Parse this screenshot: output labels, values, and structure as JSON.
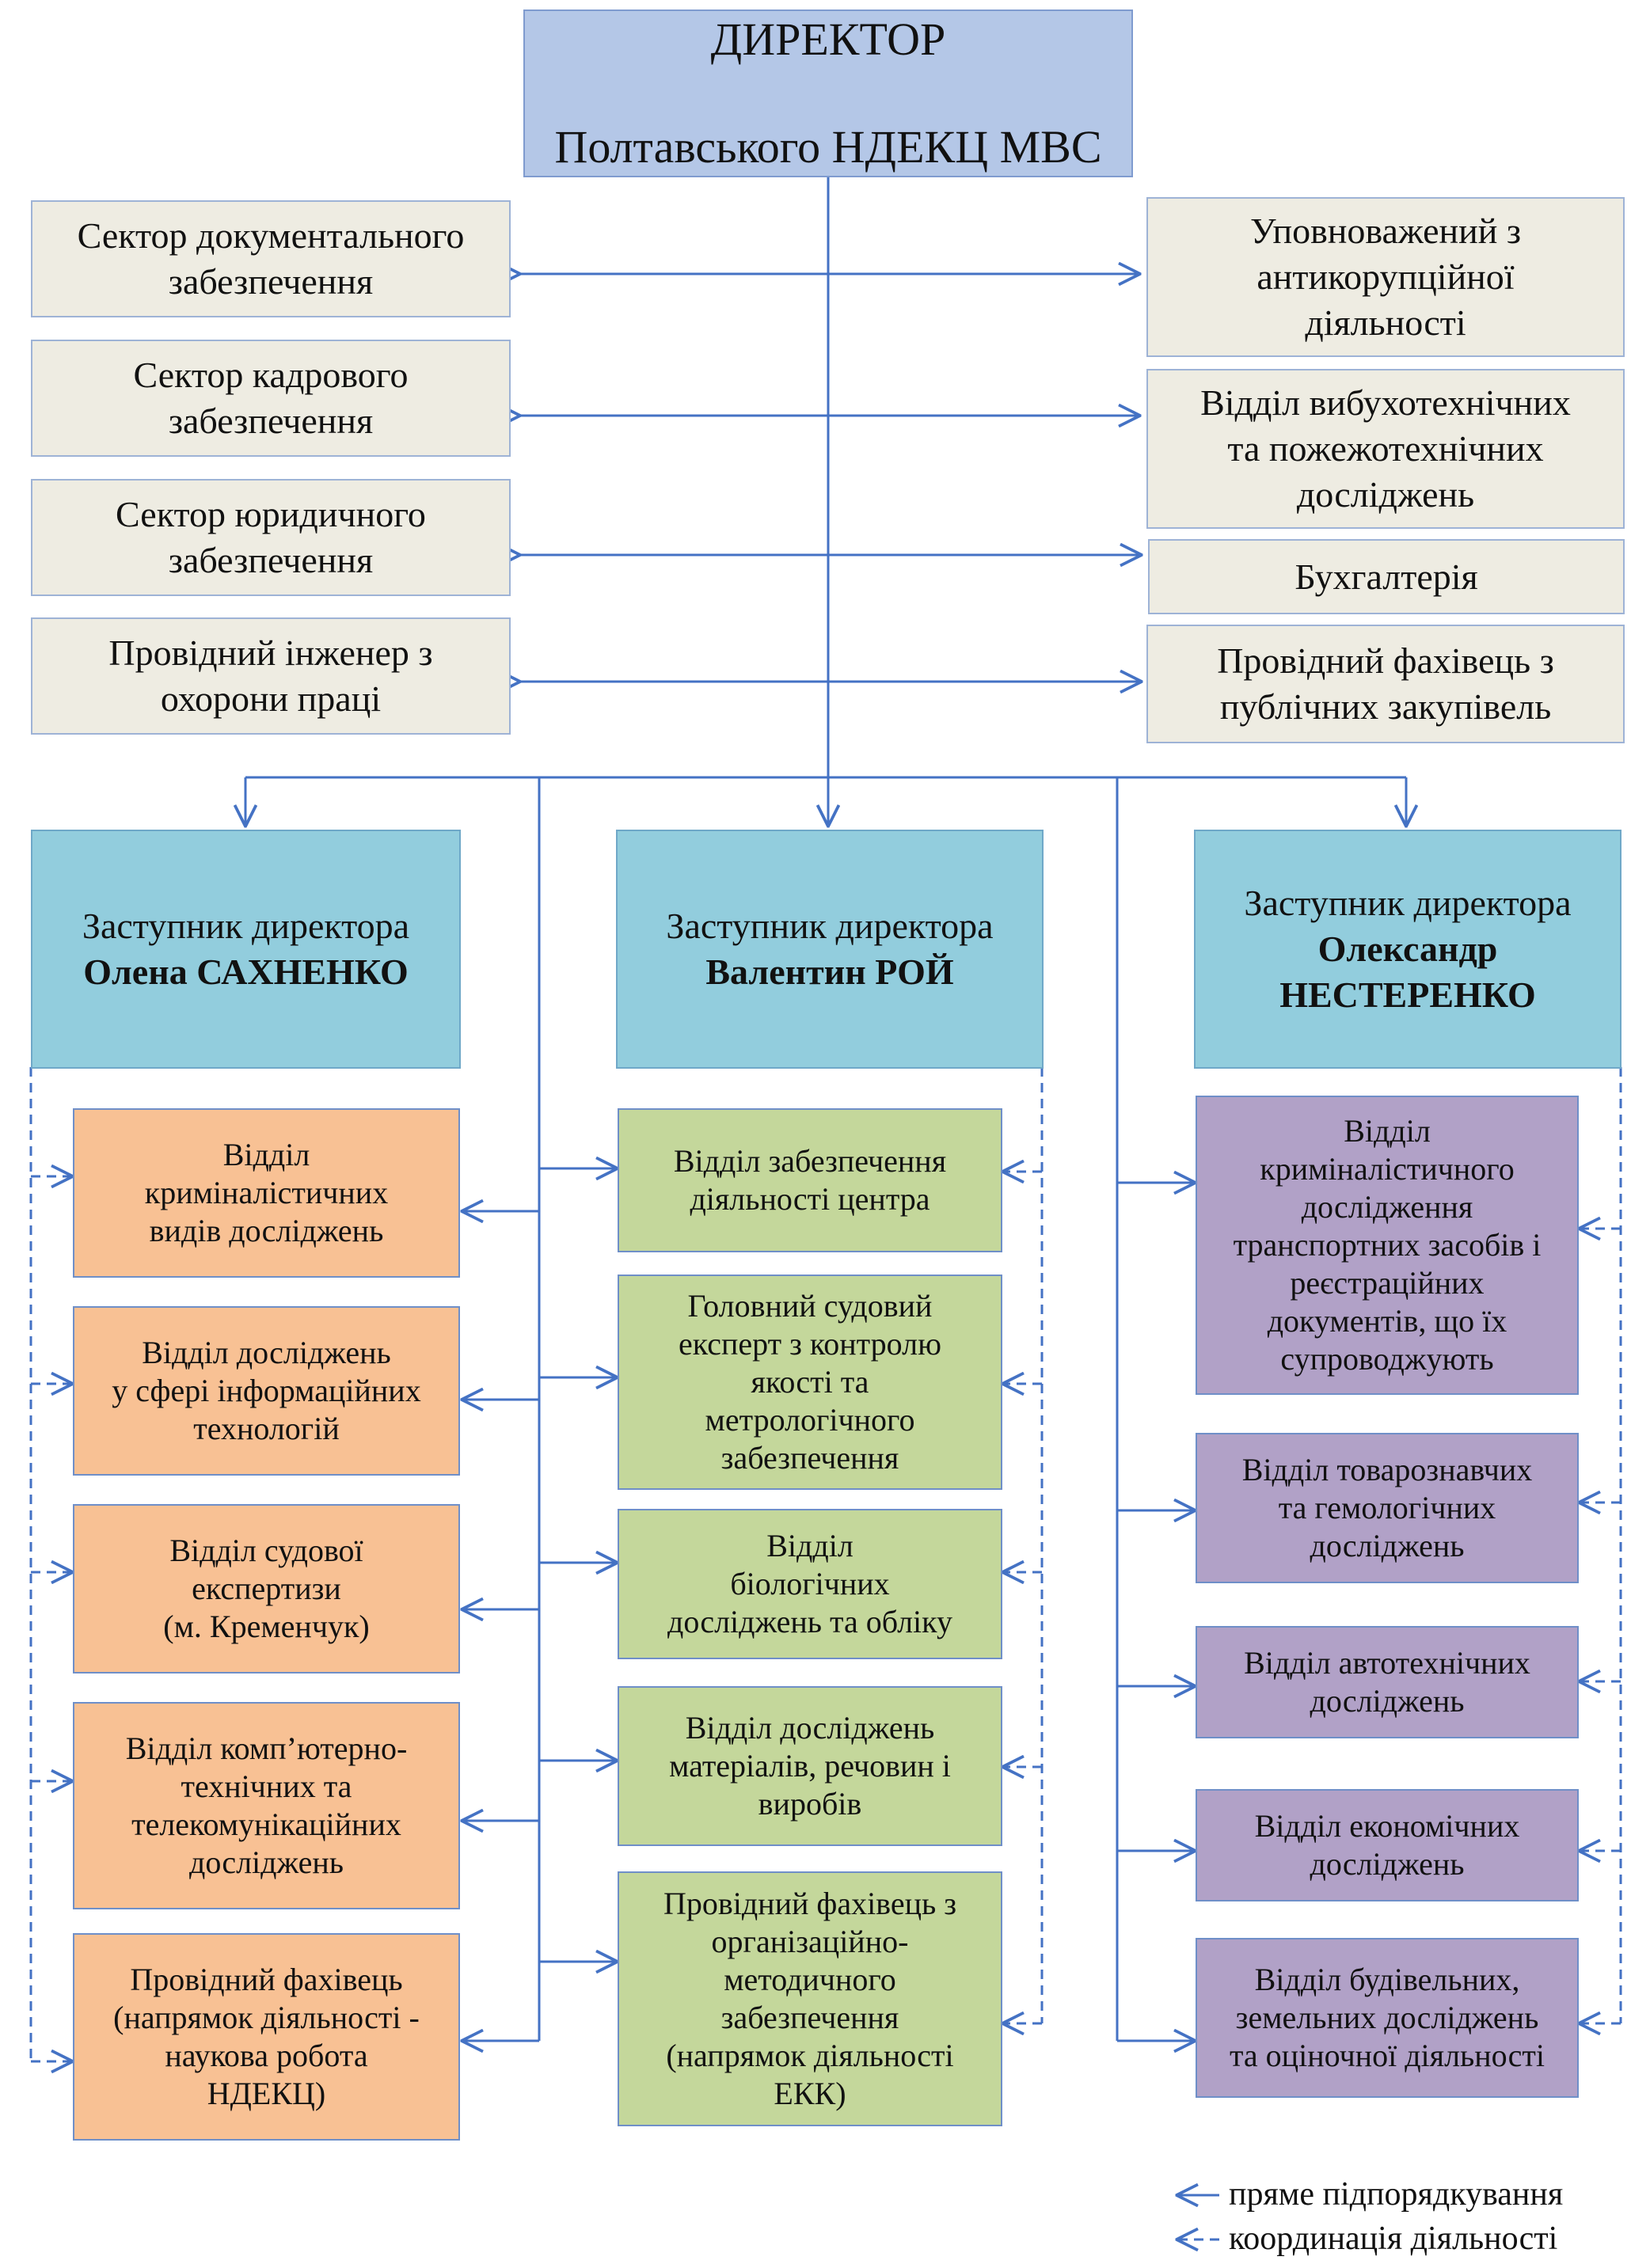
{
  "director": {
    "line1": "ДИРЕКТОР",
    "line2": "Полтавського НДЕКЦ МВС"
  },
  "left_units": [
    "Сектор документального\nзабезпечення",
    "Сектор кадрового\nзабезпечення",
    "Сектор юридичного\nзабезпечення",
    "Провідний інженер з\nохорони праці"
  ],
  "right_units": [
    "Уповноважений з\nантикорупційної\nдіяльності",
    "Відділ вибухотехнічних\nта пожежотехнічних\nдосліджень",
    "Бухгалтерія",
    "Провідний фахівець з\nпублічних закупівель"
  ],
  "deputies": [
    {
      "title": "Заступник директора",
      "name": "Олена САХНЕНКО"
    },
    {
      "title": "Заступник директора",
      "name": "Валентин РОЙ"
    },
    {
      "title": "Заступник директора",
      "name": "Олександр\nНЕСТЕРЕНКО"
    }
  ],
  "col1": [
    "Відділ\nкриміналістичних\nвидів досліджень",
    "Відділ досліджень\nу сфері інформаційних\nтехнологій",
    "Відділ судової\nекспертизи\n(м. Кременчук)",
    "Відділ комп’ютерно-\nтехнічних та\nтелекомунікаційних\nдосліджень",
    "Провідний фахівець\n(напрямок діяльності -\nнаукова робота\nНДЕКЦ)"
  ],
  "col2": [
    "Відділ забезпечення\nдіяльності центра",
    "Головний судовий\nексперт з контролю\nякості та\nметрологічного\nзабезпечення",
    "Відділ\nбіологічних\nдосліджень та обліку",
    "Відділ досліджень\nматеріалів, речовин і\nвиробів",
    "Провідний фахівець з\nорганізаційно-\nметодичного\nзабезпечення\n(напрямок діяльності\nЕКК)"
  ],
  "col3": [
    "Відділ\nкриміналістичного\nдослідження\nтранспортних засобів і\nреєстраційних\nдокументів, що їх\nсупроводжують",
    "Відділ товарознавчих\nта гемологічних\nдосліджень",
    "Відділ автотехнічних\nдосліджень",
    "Відділ економічних\nдосліджень",
    "Відділ будівельних,\nземельних досліджень\nта оціночної діяльності"
  ],
  "legend": {
    "direct": "пряме підпорядкування",
    "coord": "координація діяльності"
  },
  "colors": {
    "line": "#4472c4",
    "director": "#b4c7e7",
    "staff": "#eeece2",
    "deputy": "#92cddd",
    "orange": "#f8c194",
    "green": "#c4d79b",
    "purple": "#b1a1c7"
  }
}
